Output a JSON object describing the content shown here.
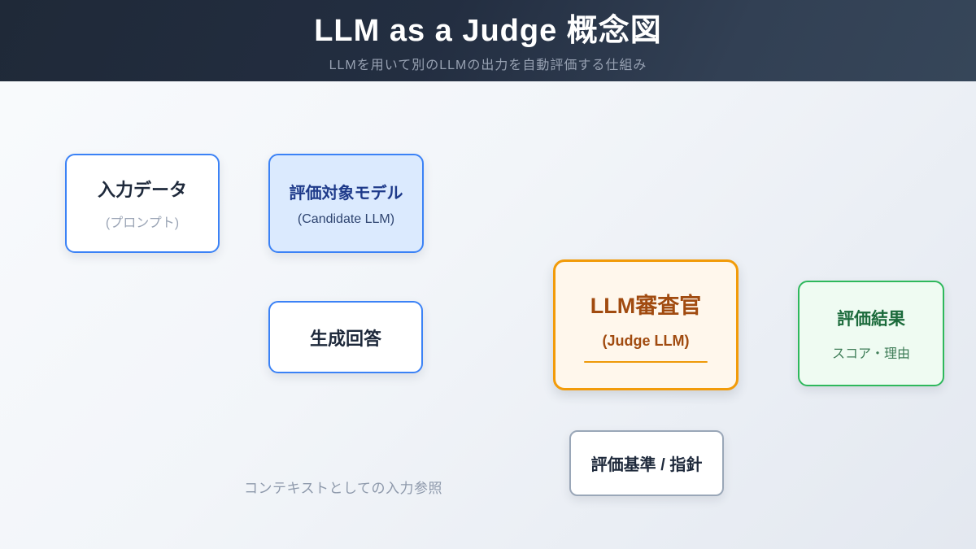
{
  "header": {
    "title": "LLM as a Judge 概念図",
    "subtitle": "LLMを用いて別のLLMの出力を自動評価する仕組み"
  },
  "nodes": {
    "input_data": {
      "title": "入力データ",
      "subtitle": "(プロンプト)"
    },
    "candidate_model": {
      "title": "評価対象モデル",
      "subtitle": "(Candidate LLM)"
    },
    "generated_answer": {
      "title": "生成回答"
    },
    "judge": {
      "title": "LLM審査官",
      "subtitle": "(Judge LLM)"
    },
    "evaluation_result": {
      "title": "評価結果",
      "subtitle": "スコア・理由"
    },
    "evaluation_criteria": {
      "title": "評価基準 / 指針"
    }
  },
  "annotations": {
    "context_note": "コンテキストとしての入力参照"
  },
  "colors": {
    "header_bg_left": "#1f2938",
    "header_bg_right": "#364659",
    "blue_border": "#3b82f6",
    "candidate_bg": "#dbeafe",
    "judge_border": "#f29b09",
    "judge_bg": "#fff7ec",
    "judge_text": "#a14b10",
    "result_border": "#2eb85c",
    "result_bg": "#effbf2",
    "result_text": "#1c6b3c",
    "criteria_border": "#9aa7b8",
    "dark_text": "#1e293b",
    "muted_text": "#8e99ab"
  }
}
